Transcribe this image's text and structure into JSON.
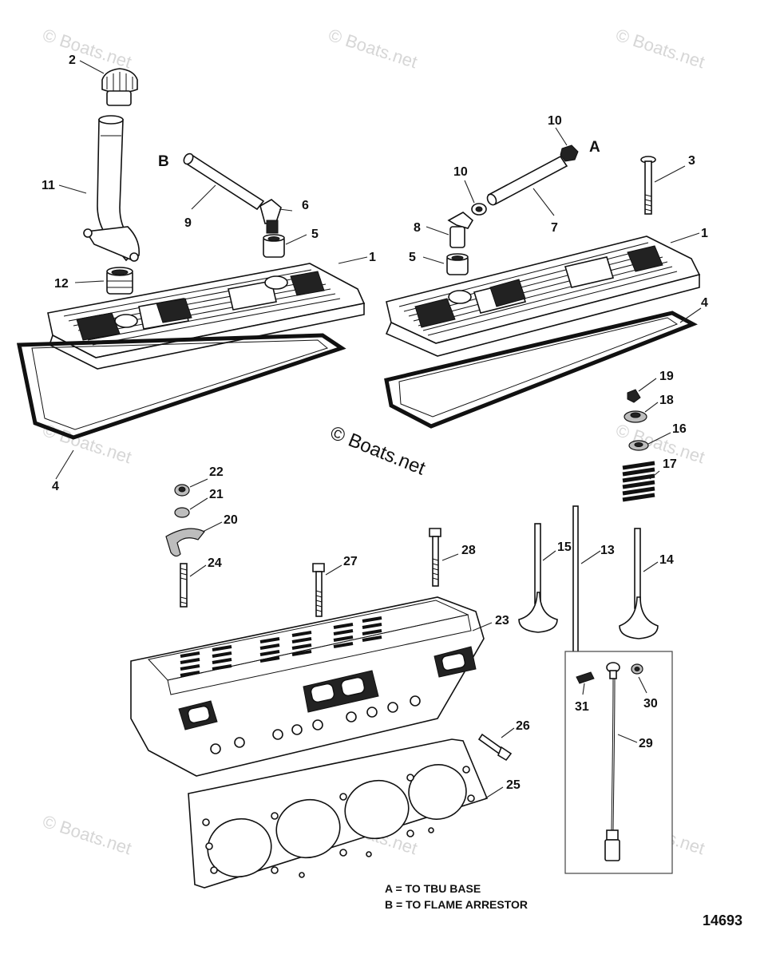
{
  "watermark": "© Boats.net",
  "center_copyright": "© Boats.net",
  "letters": {
    "a": "A",
    "b": "B"
  },
  "callouts": {
    "c1a": "1",
    "c1b": "1",
    "c2": "2",
    "c3": "3",
    "c4a": "4",
    "c4b": "4",
    "c5a": "5",
    "c5b": "5",
    "c6": "6",
    "c7": "7",
    "c8": "8",
    "c9": "9",
    "c10a": "10",
    "c10b": "10",
    "c11": "11",
    "c12": "12",
    "c13": "13",
    "c14": "14",
    "c15": "15",
    "c16": "16",
    "c17": "17",
    "c18": "18",
    "c19": "19",
    "c20": "20",
    "c21": "21",
    "c22": "22",
    "c23": "23",
    "c24": "24",
    "c25": "25",
    "c26": "26",
    "c27": "27",
    "c28": "28",
    "c29": "29",
    "c30": "30",
    "c31": "31"
  },
  "legend": {
    "line_a": "A = TO TBU BASE",
    "line_b": "B = TO FLAME ARRESTOR"
  },
  "figure_number": "14693"
}
